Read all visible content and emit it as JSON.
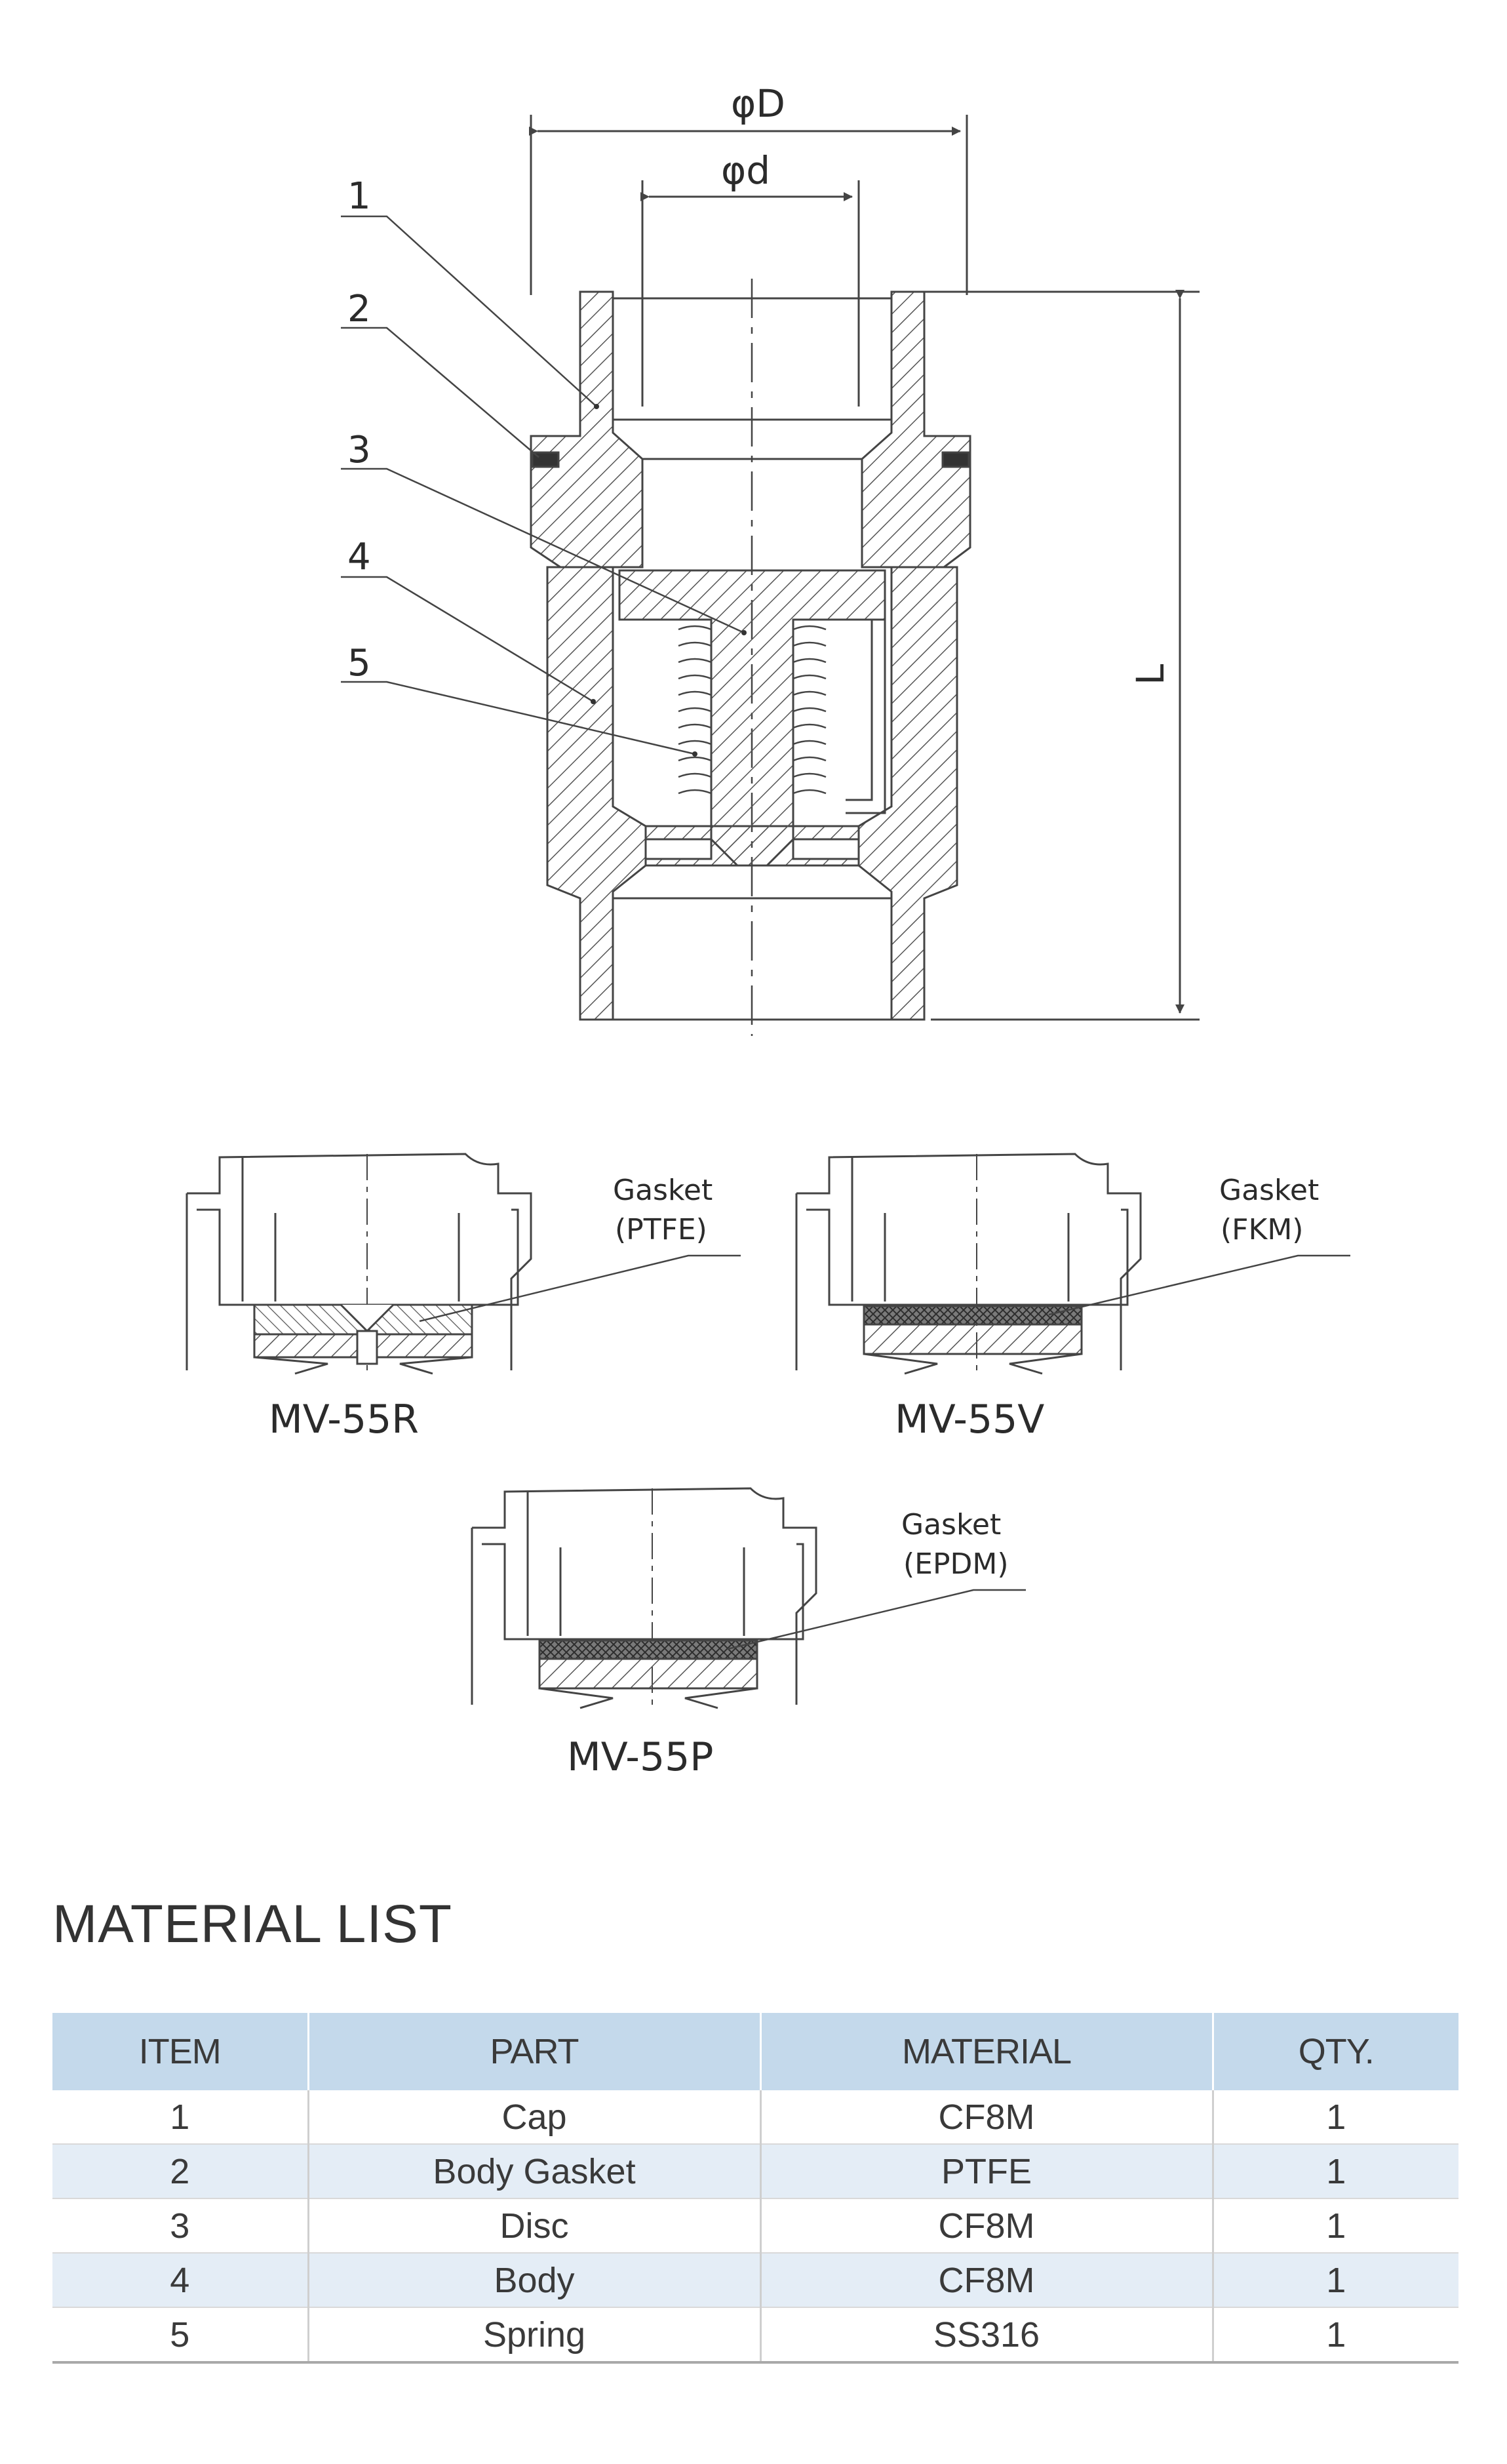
{
  "main_drawing": {
    "dim_outer": "φD",
    "dim_inner": "φd",
    "dim_length": "L",
    "callouts": [
      "1",
      "2",
      "3",
      "4",
      "5"
    ]
  },
  "variants": [
    {
      "model": "MV-55R",
      "gasket_line1": "Gasket",
      "gasket_line2": "(PTFE)"
    },
    {
      "model": "MV-55V",
      "gasket_line1": "Gasket",
      "gasket_line2": "(FKM)"
    },
    {
      "model": "MV-55P",
      "gasket_line1": "Gasket",
      "gasket_line2": "(EPDM)"
    }
  ],
  "material_list": {
    "title": "MATERIAL LIST",
    "headers": [
      "ITEM",
      "PART",
      "MATERIAL",
      "QTY."
    ],
    "rows": [
      [
        "1",
        "Cap",
        "CF8M",
        "1"
      ],
      [
        "2",
        "Body Gasket",
        "PTFE",
        "1"
      ],
      [
        "3",
        "Disc",
        "CF8M",
        "1"
      ],
      [
        "4",
        "Body",
        "CF8M",
        "1"
      ],
      [
        "5",
        "Spring",
        "SS316",
        "1"
      ]
    ]
  },
  "colors": {
    "line": "#444444",
    "header_fill": "#c4d9eb",
    "alt_row_fill": "#e4edf6",
    "gasket_fill": "#555555"
  }
}
